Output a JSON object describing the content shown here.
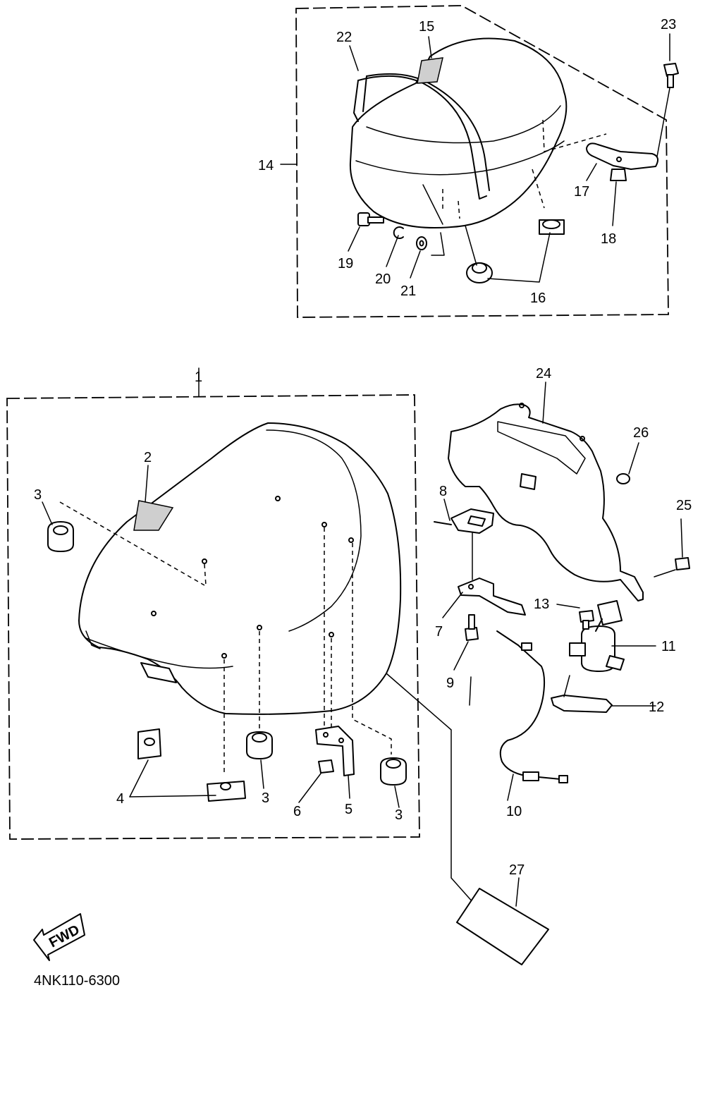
{
  "diagram_code": "4NK110-6300",
  "fwd_label": "FWD",
  "callouts": {
    "c1": "1",
    "c2": "2",
    "c3a": "3",
    "c3b": "3",
    "c3c": "3",
    "c4": "4",
    "c5": "5",
    "c6": "6",
    "c7": "7",
    "c8": "8",
    "c9": "9",
    "c10": "10",
    "c11": "11",
    "c12": "12",
    "c13": "13",
    "c14": "14",
    "c15": "15",
    "c16": "16",
    "c17": "17",
    "c18": "18",
    "c19": "19",
    "c20": "20",
    "c21": "21",
    "c22": "22",
    "c23": "23",
    "c24": "24",
    "c25": "25",
    "c26": "26",
    "c27": "27"
  }
}
